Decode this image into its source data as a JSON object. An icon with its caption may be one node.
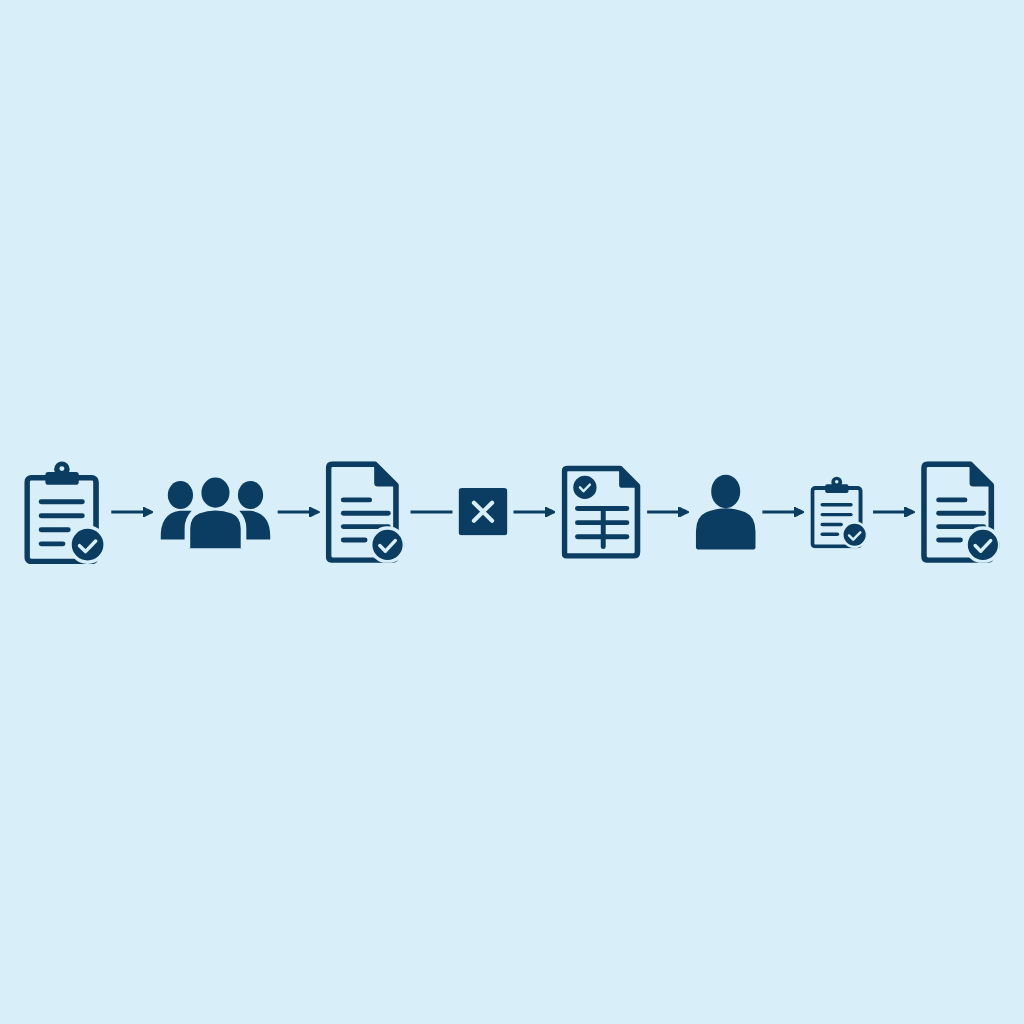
{
  "diagram": {
    "nodes": [
      {
        "text": [],
        "shape": "picture"
      },
      {
        "text": [],
        "shape": "picture"
      },
      {
        "text": [],
        "shape": "picture"
      },
      {
        "text": [],
        "shape": "picture"
      },
      {
        "text": [],
        "shape": "picture"
      },
      {
        "text": [],
        "shape": "person"
      },
      {
        "text": [],
        "shape": "picture"
      },
      {
        "text": [],
        "shape": "picture"
      }
    ],
    "edges": [
      {
        "from": 0,
        "to": 1,
        "arrow": "to"
      },
      {
        "from": 1,
        "to": 2,
        "arrow": "to"
      },
      {
        "from": 2,
        "to": 3,
        "arrow": "none"
      },
      {
        "from": 3,
        "to": 4,
        "arrow": "to"
      },
      {
        "from": 4,
        "to": 5,
        "arrow": "to"
      },
      {
        "from": 5,
        "to": 6,
        "arrow": "to"
      },
      {
        "from": 6,
        "to": 7,
        "arrow": "to"
      }
    ]
  }
}
